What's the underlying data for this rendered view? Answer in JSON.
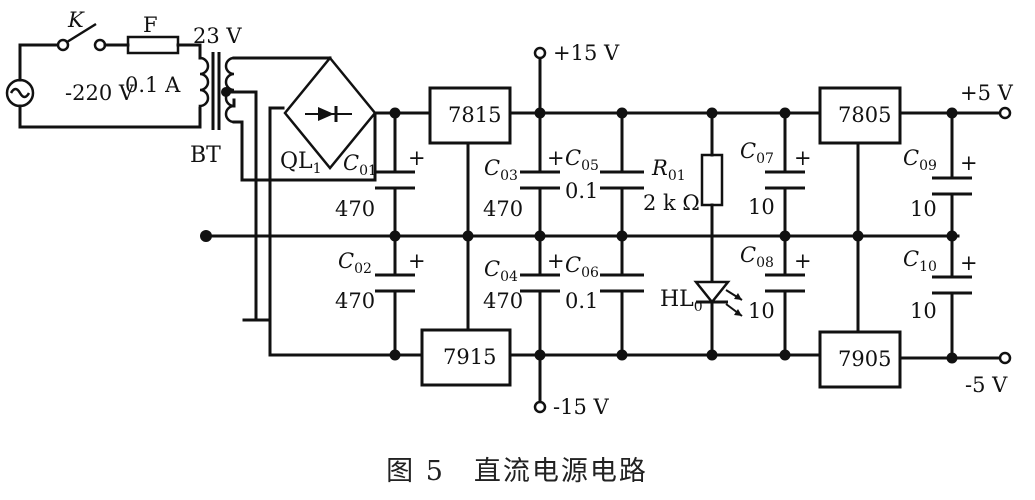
{
  "figure": {
    "caption": "图 5　直流电源电路"
  },
  "source": {
    "voltage": "-220 V",
    "switch": "K",
    "fuse": "F",
    "fuse_rating": "0.1 A",
    "transformer_secondary": "23 V",
    "transformer": "BT",
    "bridge": "QL",
    "bridge_sub": "1"
  },
  "regulators": {
    "pos15": "7815",
    "neg15": "7915",
    "pos5": "7805",
    "neg5": "7905"
  },
  "rails": {
    "p15": "+15 V",
    "n15": "-15 V",
    "p5": "+5 V",
    "n5": "-5 V"
  },
  "components": {
    "c01": {
      "name": "C",
      "sub": "01",
      "value": "470"
    },
    "c02": {
      "name": "C",
      "sub": "02",
      "value": "470"
    },
    "c03": {
      "name": "C",
      "sub": "03",
      "value": "470"
    },
    "c04": {
      "name": "C",
      "sub": "04",
      "value": "470"
    },
    "c05": {
      "name": "C",
      "sub": "05",
      "value": "0.1"
    },
    "c06": {
      "name": "C",
      "sub": "06",
      "value": "0.1"
    },
    "r01": {
      "name": "R",
      "sub": "01",
      "value": "2 k Ω"
    },
    "hl0": {
      "name": "HL",
      "sub": "0"
    },
    "c07": {
      "name": "C",
      "sub": "07",
      "value": "10"
    },
    "c08": {
      "name": "C",
      "sub": "08",
      "value": "10"
    },
    "c09": {
      "name": "C",
      "sub": "09",
      "value": "10"
    },
    "c10": {
      "name": "C",
      "sub": "10",
      "value": "10"
    }
  },
  "polarity_mark": "+"
}
